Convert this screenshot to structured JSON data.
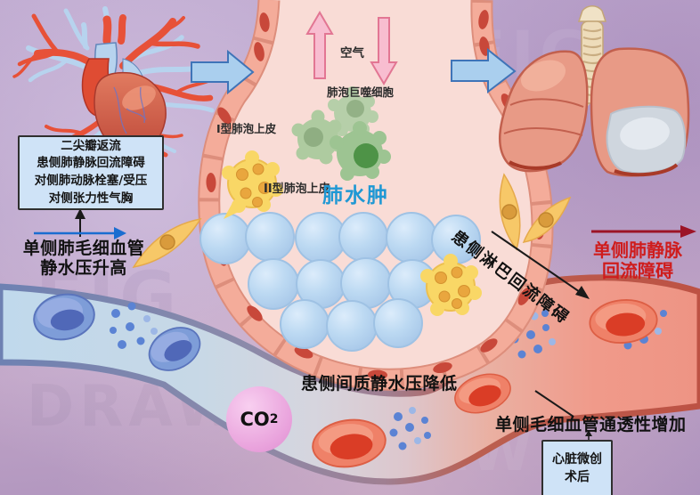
{
  "diagram": {
    "cause_box": {
      "lines": [
        "二尖瓣返流",
        "患侧肺静脉回流障碍",
        "对侧肺动脉栓塞/受压",
        "对侧张力性气胸"
      ]
    },
    "alveolus": {
      "air_label": "空气",
      "macrophage_label": "肺泡巨噬细胞",
      "type1_label": "I型肺泡上皮",
      "type2_label": "II型肺泡上皮",
      "edema_label": "肺水肿"
    },
    "mechanisms": {
      "capillary_pressure_line1": "单侧肺毛细血管",
      "capillary_pressure_line2": "静水压升高",
      "lymphatic": "患侧淋巴回流障碍",
      "venous_line1": "单侧肺静脉",
      "venous_line2": "回流障碍",
      "interstitial": "患侧间质静水压降低",
      "permeability": "单侧毛细血管通透性增加"
    },
    "surgery_box": {
      "line1": "心脏微创",
      "line2": "术后"
    },
    "molecules": {
      "co2": "CO",
      "co2_sub": "2"
    },
    "watermark": {
      "fig": "FIG",
      "draw": "DRAW"
    },
    "colors": {
      "edema_text": "#1f98d4",
      "alert_text": "#cf1c1c",
      "box_fill": "#cfe3f7",
      "fluid_drop": "#b7d6ef",
      "vein_blue": "#c0d9ec",
      "artery_red": "#ee9484",
      "flow_arrow_blue": "#aacfee",
      "air_arrow_pink": "#f8bdd0",
      "red_arrow": "#9c1426"
    }
  }
}
